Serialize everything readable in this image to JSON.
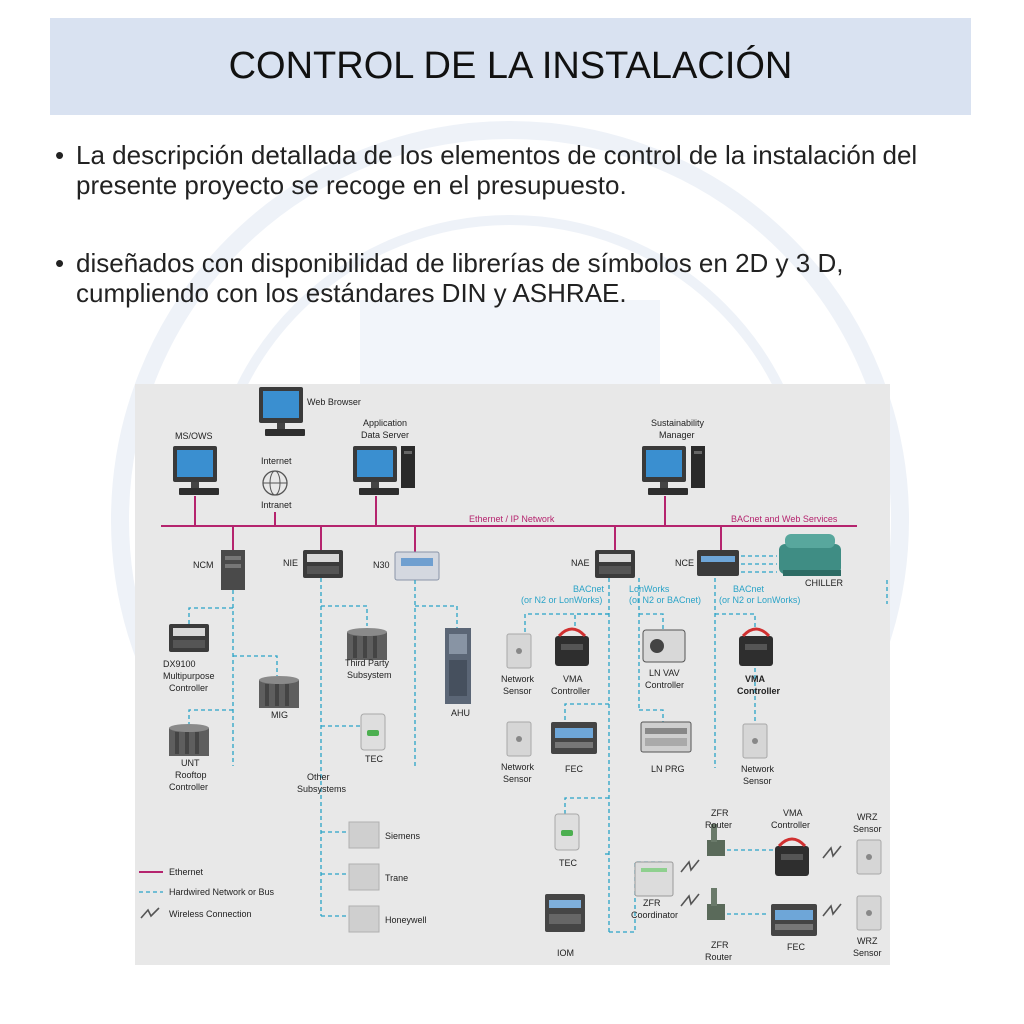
{
  "slide": {
    "title": "CONTROL DE LA INSTALACIÓN",
    "bullets": [
      "La descripción detallada de los elementos de control de la instalación del presente proyecto se recoge en el presupuesto.",
      "diseñados con disponibilidad de librerías de símbolos en 2D y 3 D, cumpliendo con los estándares DIN y ASHRAE."
    ],
    "bullet_glyph": "•"
  },
  "colors": {
    "title_bg": "#d9e2f1",
    "ethernet": "#b5246e",
    "hardwired": "#2aa3c7",
    "diagram_bg": "#e8e8e8"
  },
  "diagram": {
    "labels": {
      "web_browser": "Web Browser",
      "ms_ows": "MS/OWS",
      "internet": "Internet",
      "intranet": "Intranet",
      "app_server_1": "Application",
      "app_server_2": "Data Server",
      "sust_1": "Sustainability",
      "sust_2": "Manager",
      "ethernet_net": "Ethernet / IP Network",
      "bacnet_web": "BACnet and Web Services",
      "ncm": "NCM",
      "nie": "NIE",
      "n30": "N30",
      "nae": "NAE",
      "nce": "NCE",
      "chiller": "CHILLER",
      "bacnet_a1": "BACnet",
      "bacnet_a2": "(or N2 or LonWorks)",
      "lon_1": "LonWorks",
      "lon_2": "(or N2 or BACnet)",
      "bacnet_b1": "BACnet",
      "bacnet_b2": "(or N2 or LonWorks)",
      "dx_1": "DX9100",
      "dx_2": "Multipurpose",
      "dx_3": "Controller",
      "mig": "MIG",
      "unt_1": "UNT",
      "unt_2": "Rooftop",
      "unt_3": "Controller",
      "third_1": "Third Party",
      "third_2": "Subsystem",
      "tec": "TEC",
      "ahu": "AHU",
      "other_1": "Other",
      "other_2": "Subsystems",
      "siemens": "Siemens",
      "trane": "Trane",
      "honeywell": "Honeywell",
      "netsensor_1": "Network",
      "netsensor_2": "Sensor",
      "vma_1": "VMA",
      "vma_2": "Controller",
      "lnvav_1": "LN VAV",
      "lnvav_2": "Controller",
      "fec": "FEC",
      "lnprg": "LN PRG",
      "tec2": "TEC",
      "iom": "IOM",
      "zfr_1": "ZFR",
      "zfr_2": "Router",
      "zfr_coord_1": "ZFR",
      "zfr_coord_2": "Coordinator",
      "vma_ctrl_1": "VMA",
      "vma_ctrl_2": "Controller",
      "wrz_1": "WRZ",
      "wrz_2": "Sensor",
      "fec2": "FEC",
      "legend_ethernet": "Ethernet",
      "legend_hardwired": "Hardwired Network or Bus",
      "legend_wireless": "Wireless Connection"
    }
  }
}
